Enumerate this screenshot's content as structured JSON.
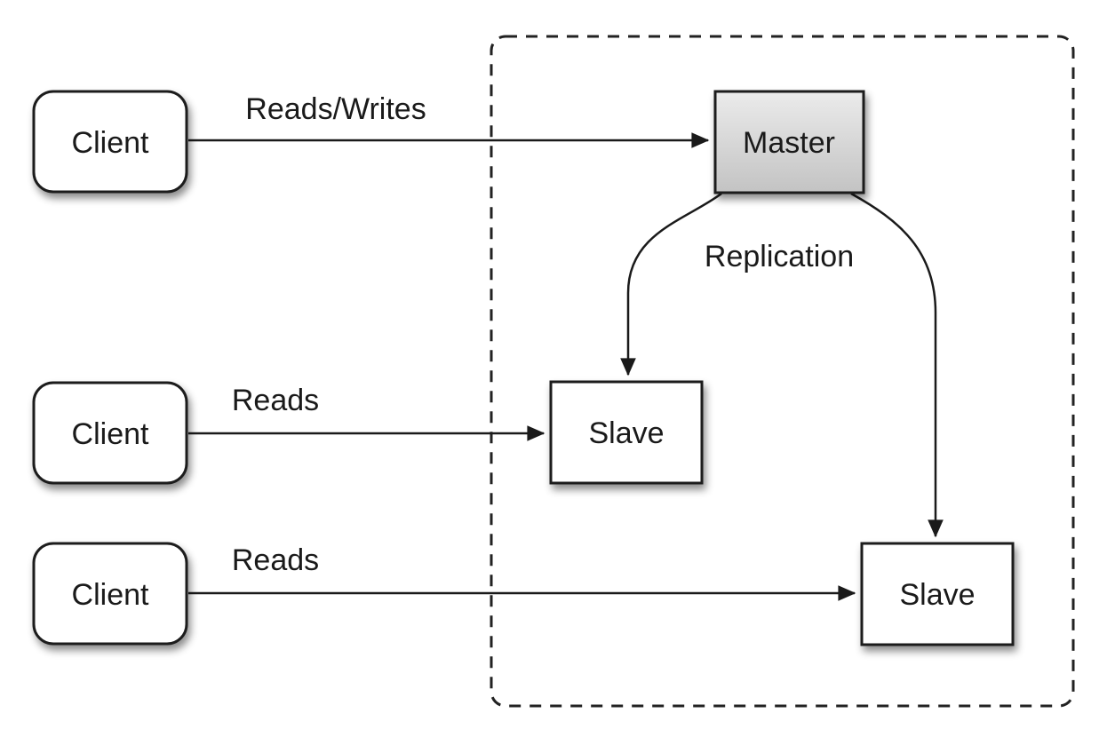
{
  "diagram": {
    "nodes": {
      "clients": [
        {
          "label": "Client"
        },
        {
          "label": "Client"
        },
        {
          "label": "Client"
        }
      ],
      "master": {
        "label": "Master"
      },
      "slaves": [
        {
          "label": "Slave"
        },
        {
          "label": "Slave"
        }
      ]
    },
    "edges": {
      "client1_to_master": {
        "label": "Reads/Writes"
      },
      "client2_to_slave1": {
        "label": "Reads"
      },
      "client3_to_slave2": {
        "label": "Reads"
      },
      "replication": {
        "label": "Replication"
      }
    },
    "colors": {
      "stroke": "#1a1a1a",
      "node_fill": "#ffffff",
      "master_gradient_top": "#ebebeb",
      "master_gradient_bottom": "#c3c3c3",
      "background": "#ffffff",
      "dashed_boundary": "#222222"
    }
  }
}
